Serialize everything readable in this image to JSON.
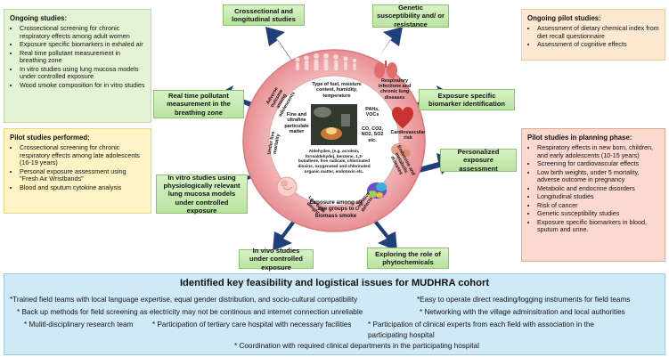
{
  "ongoing_studies": {
    "title": "Ongoing studies:",
    "items": [
      "Crossectional screening for chronic respiratory effects among adult women",
      "Exposure specific biomarkers in exhaled air",
      "Real time pollutant measurement in breathing zone",
      "In vitro studies using lung mucosa models under controlled exposure",
      "Wood smoke composition for in vitro studies"
    ]
  },
  "pilot_performed": {
    "title": "Pilot studies performed:",
    "items": [
      "Crossectional screening for chronic respiratory effects among late adolescents (16-19 years)",
      "Personal exposure assessment using \"Fresh Air Wristbands\"",
      "Blood and sputum cytokine analysis"
    ]
  },
  "ongoing_pilot": {
    "title": "Ongoing pilot studies:",
    "items": [
      "Assessment of dietary chemical index from diet recall questionnaire",
      "Assessment of cognitive effects"
    ]
  },
  "pilot_planning": {
    "title": "Pilot studies in planning phase:",
    "items": [
      "Respiratory effects in new born, children, and early adolescents (10-15 years)",
      "Screening for cardiovascular effects",
      "Low birth weights, under 5 mortality, adverse outcome in pregnancy",
      "Metabolic and endocrine disorders",
      "Longitudinal studies",
      "Risk of cancer",
      "Genetic susceptibility studies",
      "Exposure specific biomarkers in blood, sputum and urine."
    ]
  },
  "outer_boxes": {
    "crossectional": "Crossectional and longitudinal studies",
    "genetic": "Genetic susceptibility and/ or resistance",
    "realtime": "Real time pollutant measurement in the breathing zone",
    "biomarker": "Exposure specific biomarker identification",
    "invitro": "In vitro studies using physiologically relevant lung mucosa models under controlled exposure",
    "personalized": "Personalized exposure assessment",
    "invivo": "In vivo studies under controlled exposure",
    "phytochemicals": "Exploring the role of phytochemicals"
  },
  "ring_labels": {
    "adverse": "Adverse outcome among adolescents",
    "respiratory": "Respiratory infections and chronic lung diseases",
    "cardio": "Cardiovascular risk",
    "underfive": "Under five mortality",
    "endocrine": "Endocrine and metabolic diseases",
    "lowbirth": "Low birth weight",
    "cognitive": "Cognitive defects"
  },
  "inner_labels": {
    "fuel": "Type of fuel, moisture content, humidity, temperature",
    "pm": "Fine and ultrafine particulate matter",
    "pahs": "PAHs, VOCs",
    "gases": "CO, CO2, NO2, SO2 etc.",
    "aldehydes": "Aldehydes, (e.g. acrolein, formaldehyde), benzene, 1,3-butadiene, free radicals, chlorinated dioxins, oxygenated and chlorinated organic matter, endotoxin etc.",
    "exposure": "Exposure among all age groups to biomass smoke"
  },
  "bottom": {
    "title": "Identified key feasibility and logistical issues for MUDHRA cohort",
    "lines": [
      "*Trained field teams with local language expertise, equal gender distribution, and socio-cultural compatibility",
      "*Easy to operate direct reading/logging instruments for field teams",
      "* Back up methods for field screening as electricity may not be continous and internet connection unreliable",
      "* Networking with the village adminsitration and local authorities",
      "* Mulitl-disciplinary research team",
      "* Participation of tertiary care hospital with necessary facilities",
      "* Participation  of clinical experts from each field with association in the",
      "participating hospital",
      "* Coordination with required clinical departments in the participating hospital"
    ]
  },
  "colors": {
    "ring": "#f0a5a7",
    "inner": "#ffffff",
    "arrow": "#1f3f7a",
    "box_green": "#c6ebb1",
    "bottom_bg": "#cfe9f7"
  }
}
